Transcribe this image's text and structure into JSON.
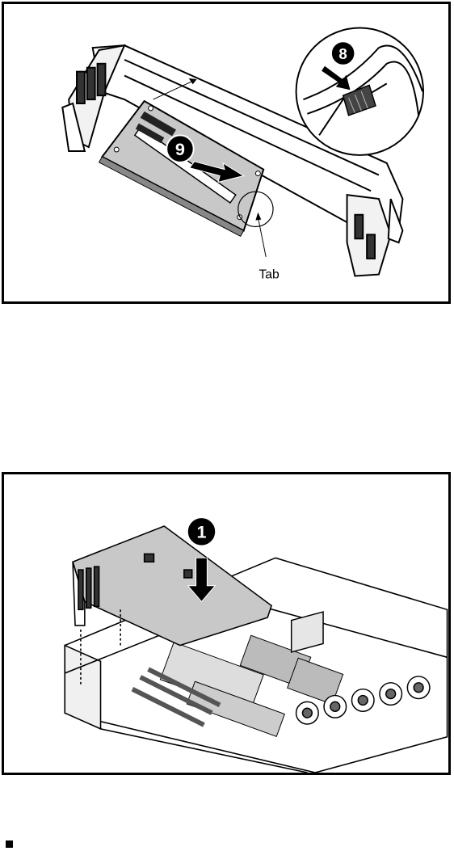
{
  "figure_1": {
    "step_a": "8",
    "step_b": "9",
    "callout_label": "Tab"
  },
  "figure_2": {
    "step": "1"
  },
  "colors": {
    "ink": "#000000",
    "panel": "#c8c8c8",
    "panel_dark": "#9a9a9a"
  }
}
